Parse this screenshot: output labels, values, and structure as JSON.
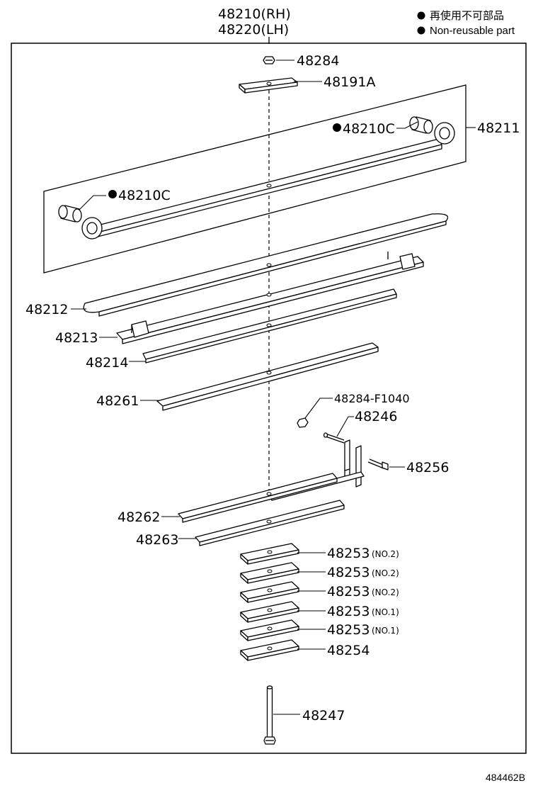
{
  "header": {
    "assembly_rh": "48210(RH)",
    "assembly_lh": "48220(LH)"
  },
  "legend": {
    "jp": "再使用不可部品",
    "en": "Non-reusable part"
  },
  "callouts": {
    "nut_top": "48284",
    "plate_top": "48191A",
    "bushing_right": "48210C",
    "bushing_left": "48210C",
    "main_leaf": "48211",
    "leaf_2": "48212",
    "leaf_3": "48213",
    "leaf_4": "48214",
    "leaf_5": "48261",
    "nut_bolt": "48284-F1040",
    "bolt_short": "48246",
    "bolt_clamp": "48256",
    "leaf_6": "48262",
    "leaf_7": "48263",
    "spacer_1": "48253",
    "spacer_1_note": "(NO.2)",
    "spacer_2": "48253",
    "spacer_2_note": "(NO.2)",
    "spacer_3": "48253",
    "spacer_3_note": "(NO.2)",
    "spacer_4": "48253",
    "spacer_4_note": "(NO.1)",
    "spacer_5": "48253",
    "spacer_5_note": "(NO.1)",
    "spacer_6": "48254",
    "center_bolt": "48247"
  },
  "figure_id": "484462B",
  "colors": {
    "ink": "#000000",
    "paper": "#ffffff"
  },
  "icons": {
    "non_reusable_marker": "filled-circle-icon"
  }
}
